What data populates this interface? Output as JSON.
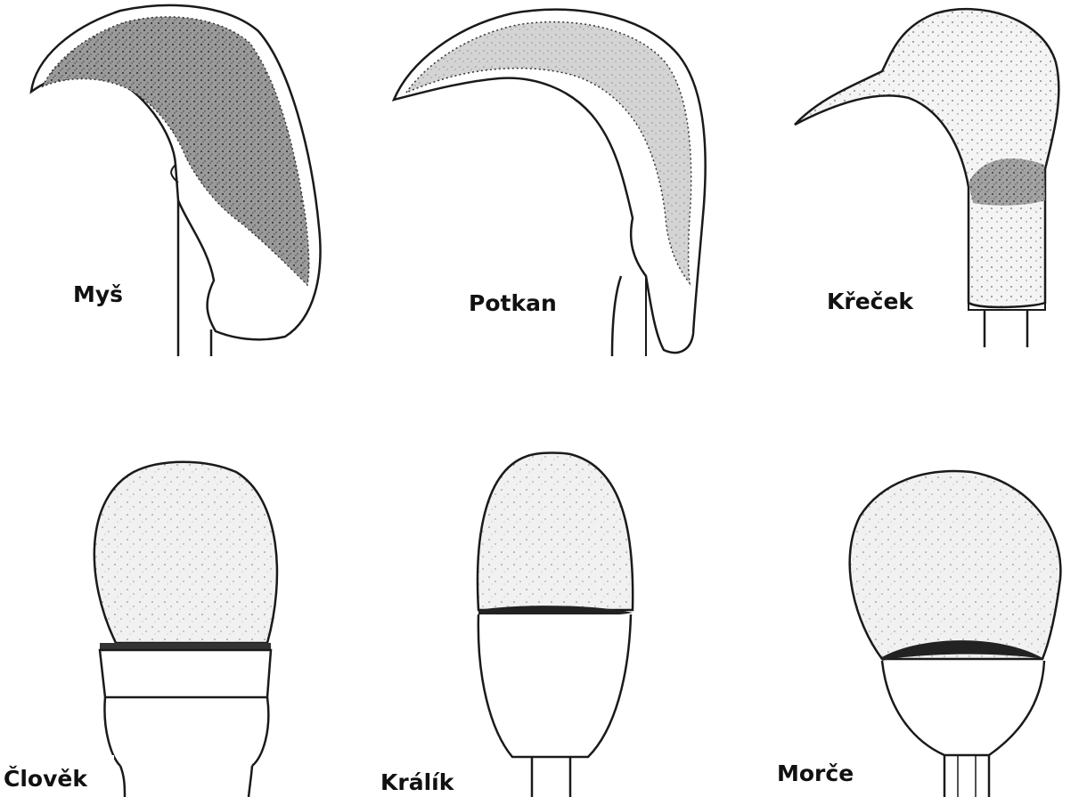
{
  "labels": {
    "mys": "Myš",
    "potkan": "Potkan",
    "krecek": "Křeček",
    "clovek": "Člověk",
    "kralik": "Králík",
    "morce": "Morče"
  },
  "colors": {
    "outline": "#1a1a1a",
    "acrosome_shading": "#7a7a7a",
    "light_shading": "#c8c8c8",
    "band": "#202020",
    "background": "#ffffff"
  }
}
